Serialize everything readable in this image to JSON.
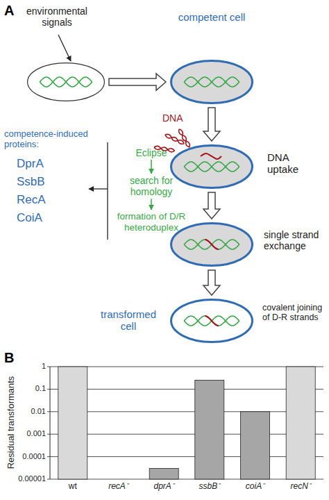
{
  "diagram": {
    "nodes": [
      {
        "text": [
          "environmental signals"
        ]
      },
      {
        "text": [
          "competent cell"
        ]
      },
      {
        "text": [
          "DNA uptake"
        ]
      },
      {
        "text": [
          "single strand exchange"
        ]
      },
      {
        "text": [
          "transformed cell",
          "covalent joining of D-R strands"
        ]
      },
      {
        "text": [
          "Eclipse"
        ]
      },
      {
        "text": [
          "search for homology"
        ]
      },
      {
        "text": [
          "formation of D/R heteroduplex"
        ]
      }
    ],
    "edges": [
      {
        "from": 0,
        "to": 1,
        "arrow": "to"
      },
      {
        "from": 1,
        "to": 2,
        "arrow": "to"
      },
      {
        "from": 2,
        "to": 3,
        "arrow": "to"
      },
      {
        "from": 3,
        "to": 4,
        "arrow": "to"
      },
      {
        "from": 5,
        "to": 6,
        "arrow": "to"
      },
      {
        "from": 6,
        "to": 7,
        "arrow": "to"
      }
    ],
    "labels": [
      "A",
      "DNA",
      "competence-induced proteins:",
      "DprA",
      "SsbB",
      "RecA",
      "CoiA",
      "B",
      "1",
      "0.1",
      "0.01",
      "0.001",
      "0.0001",
      "0.00001",
      "Residual transformants",
      "wt",
      "recA⁻",
      "dprA⁻",
      "ssbB⁻",
      "coiA⁻",
      "recN⁻"
    ]
  }
}
